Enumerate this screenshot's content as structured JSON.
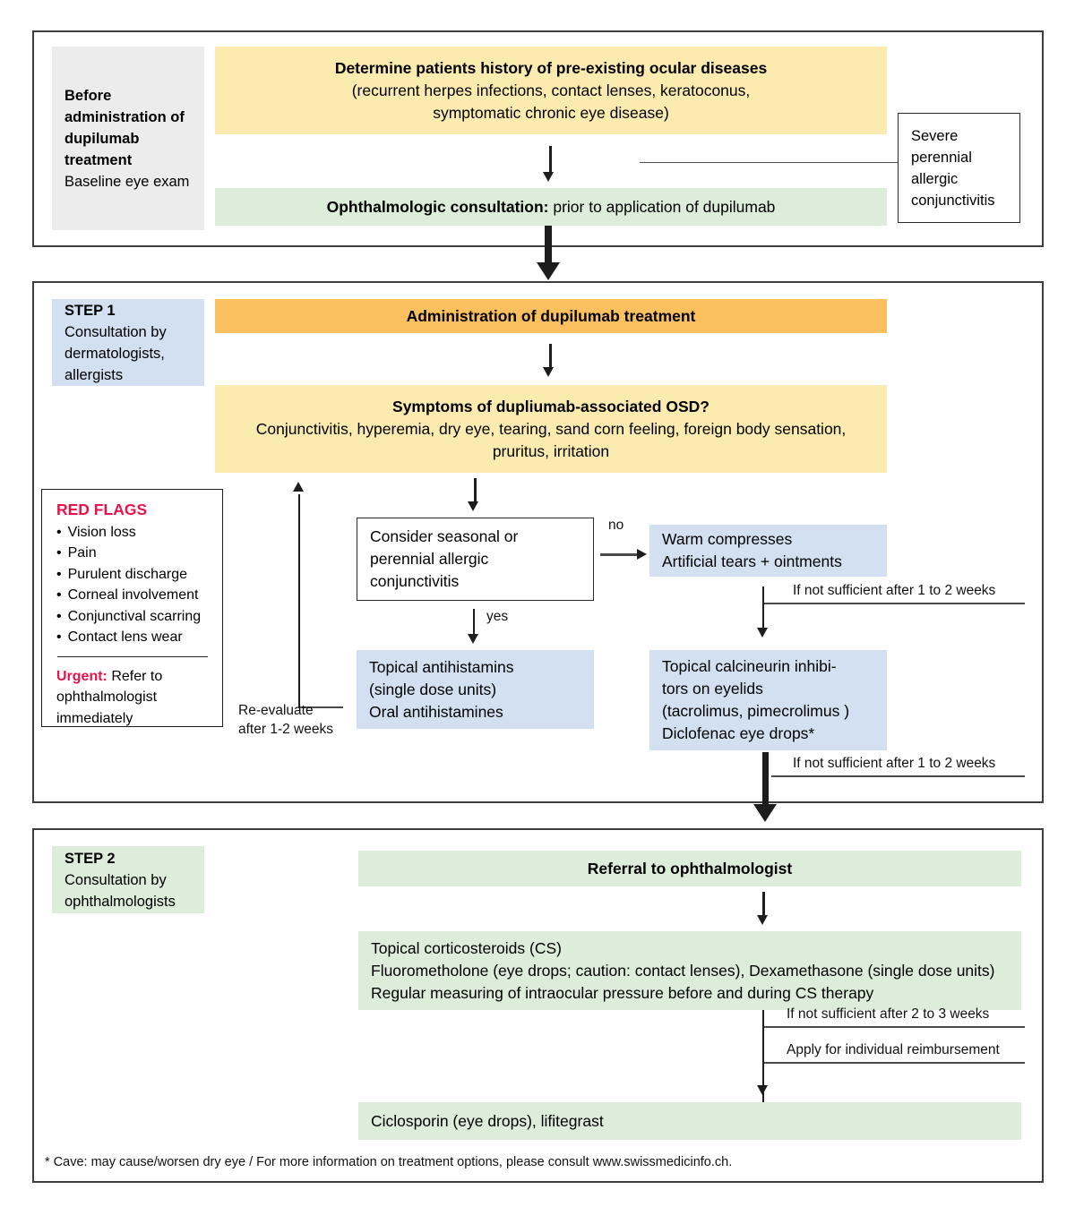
{
  "colors": {
    "grey": "#ececec",
    "yellow": "#fcebae",
    "green": "#dcedda",
    "orange": "#fabf5e",
    "blue": "#d2e0f2",
    "red_accent": "#e8134a",
    "border": "#3d3d3d"
  },
  "before": {
    "side_heading": "Before administration of dupilumab treatment",
    "side_sub": "Baseline eye exam",
    "history_title": "Determine patients history of pre-existing ocular diseases",
    "history_detail_line1": "(recurrent herpes infections, contact lenses, keratoconus,",
    "history_detail_line2": "symptomatic chronic eye disease)",
    "consultation_label": "Ophthalmologic consultation:",
    "consultation_rest": " prior to application of dupilumab",
    "callout_line1": "Severe",
    "callout_line2": "perennial",
    "callout_line3": "allergic",
    "callout_line4": "conjunctivitis"
  },
  "step1": {
    "side_heading": "STEP 1",
    "side_sub_line1": "Consultation by",
    "side_sub_line2": "dermatologists,",
    "side_sub_line3": "allergists",
    "administration": "Administration of dupilumab treatment",
    "symptoms_title": "Symptoms of dupliumab-associated OSD?",
    "symptoms_line1": "Conjunctivitis, hyperemia, dry eye, tearing, sand corn feeling, foreign body sensation,",
    "symptoms_line2": "pruritus, irritation",
    "red_flags": {
      "title": "RED FLAGS",
      "items": [
        "Vision loss",
        "Pain",
        "Purulent discharge",
        "Corneal involvement",
        "Conjunctival scarring",
        "Contact lens wear"
      ],
      "urgent_label": "Urgent:",
      "urgent_rest": " Refer to ophthalmologist immediately"
    },
    "decision_line1": "Consider seasonal or",
    "decision_line2": "perennial allergic",
    "decision_line3": "conjunctivitis",
    "branch_no": "no",
    "branch_yes": "yes",
    "warm_line1": "Warm compresses",
    "warm_line2": "Artificial tears + ointments",
    "antihist_line1": "Topical antihistamins",
    "antihist_line2": "(single dose units)",
    "antihist_line3": "Oral antihistamines",
    "calcineurin_line1": "Topical calcineurin inhibi-",
    "calcineurin_line2": "tors on eyelids",
    "calcineurin_line3": "(tacrolimus, pimecrolimus )",
    "calcineurin_line4": "Diclofenac eye drops*",
    "edge_not_sufficient_1": "If not sufficient after 1 to 2 weeks",
    "edge_not_sufficient_2": "If not sufficient after 1 to 2 weeks",
    "loop_line1": "Re-evaluate",
    "loop_line2": "after 1-2 weeks"
  },
  "step2": {
    "side_heading": "STEP 2",
    "side_sub_line1": "Consultation by",
    "side_sub_line2": "ophthalmologists",
    "referral": "Referral to ophthalmologist",
    "cs_line1": "Topical corticosteroids (CS)",
    "cs_line2": "Fluorometholone (eye drops; caution: contact lenses), Dexamethasone (single dose units)",
    "cs_line3": "Regular measuring of intraocular pressure before and during CS therapy",
    "edge_not_sufficient": "If not sufficient after 2 to 3 weeks",
    "edge_reimbursement": "Apply for individual reimbursement",
    "final_treatment": "Ciclosporin (eye drops), lifitegrast"
  },
  "footnote": "* Cave: may cause/worsen dry eye / For more information on treatment options, please consult www.swissmedicinfo.ch."
}
